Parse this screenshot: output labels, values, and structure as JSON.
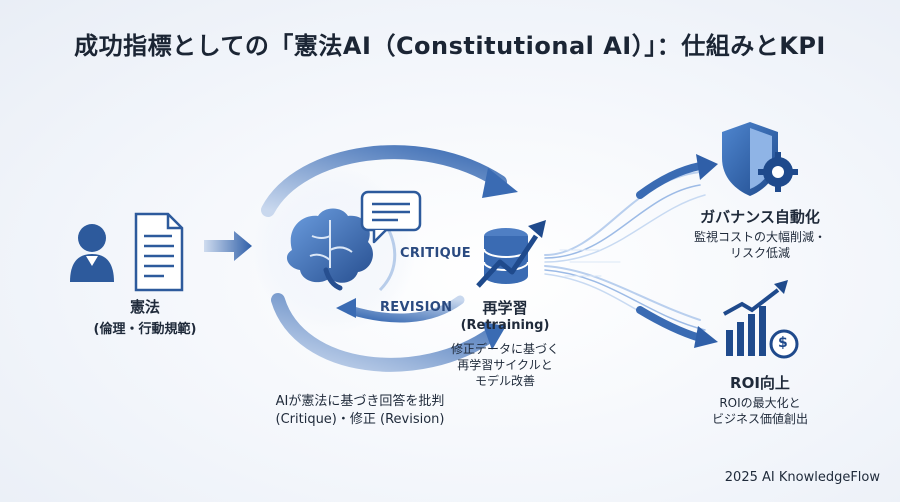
{
  "title": "成功指標としての「憲法AI（Constitutional AI）」：仕組みとKPI",
  "constitution": {
    "label": "憲法",
    "sublabel": "(倫理・行動規範)"
  },
  "loop": {
    "critique_label": "CRITIQUE",
    "revision_label": "REVISION",
    "caption_line1": "AIが憲法に基づき回答を批判",
    "caption_line2": "(Critique)・修正 (Revision)"
  },
  "retraining": {
    "label": "再学習",
    "sublabel": "(Retraining)",
    "desc_line1": "修正データに基づく",
    "desc_line2": "再学習サイクルと",
    "desc_line3": "モデル改善"
  },
  "governance": {
    "label": "ガバナンス自動化",
    "desc_line1": "監視コストの大幅削減・",
    "desc_line2": "リスク低減"
  },
  "roi": {
    "label": "ROI向上",
    "desc_line1": "ROIの最大化と",
    "desc_line2": "ビジネス価値創出"
  },
  "footer": "2025 AI KnowledgeFlow",
  "colors": {
    "primary": "#2f5fa8",
    "accent": "#5b8fd6",
    "light": "#a9c4ea"
  }
}
